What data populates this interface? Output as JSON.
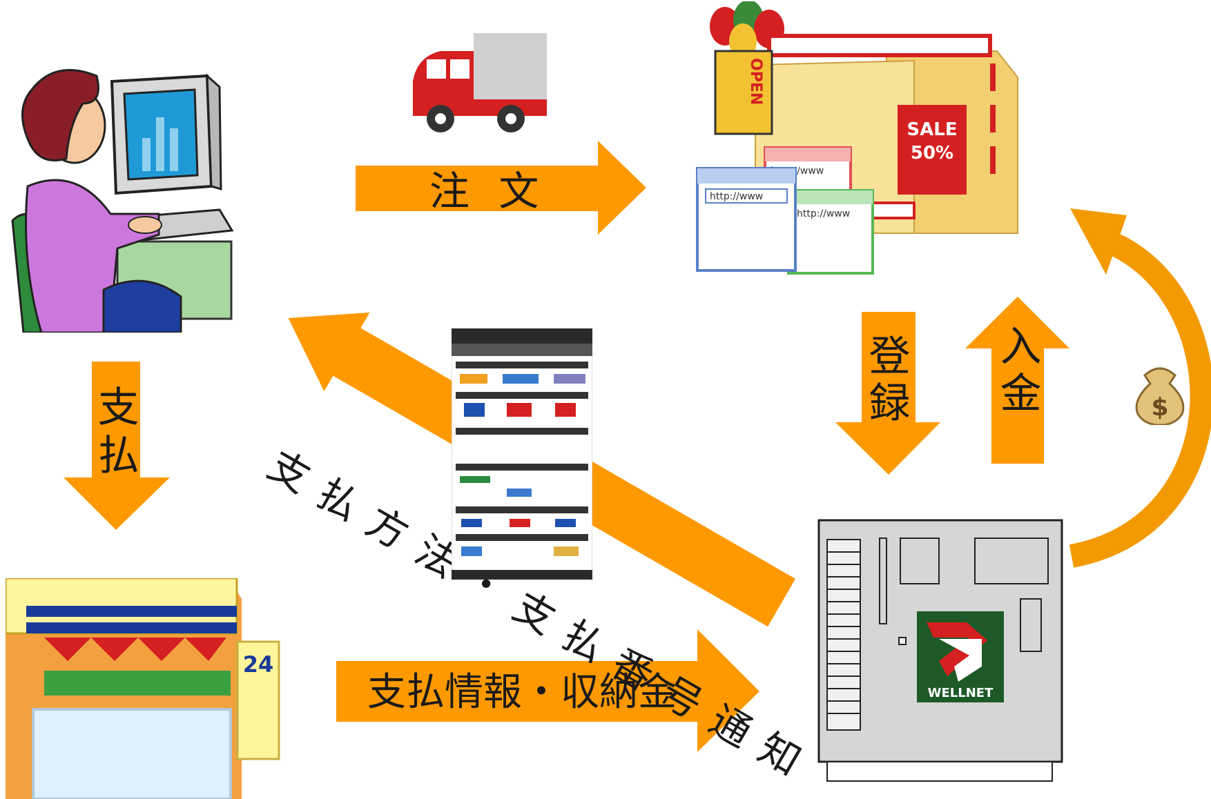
{
  "arrows": {
    "order": "注 文",
    "payment": "支払",
    "register": "登録",
    "deposit": "入金",
    "notify": "支払方法・支払番号通知",
    "payment_info": "支払情報・収納金"
  },
  "shop": {
    "open_sign": "OPEN",
    "sale_sign": "SALE",
    "sale_discount": "50%",
    "url_1": "http://www",
    "url_2": "http://www",
    "url_3": "http://www"
  },
  "store": {
    "hours_badge": "24"
  },
  "server": {
    "logo_text": "WELLNET"
  },
  "money_bag": {
    "symbol": "$"
  },
  "colors": {
    "arrow": "#ff9900",
    "truck_red": "#d42020",
    "server_gray": "#d6d6d6",
    "logo_green": "#1d5a28"
  }
}
